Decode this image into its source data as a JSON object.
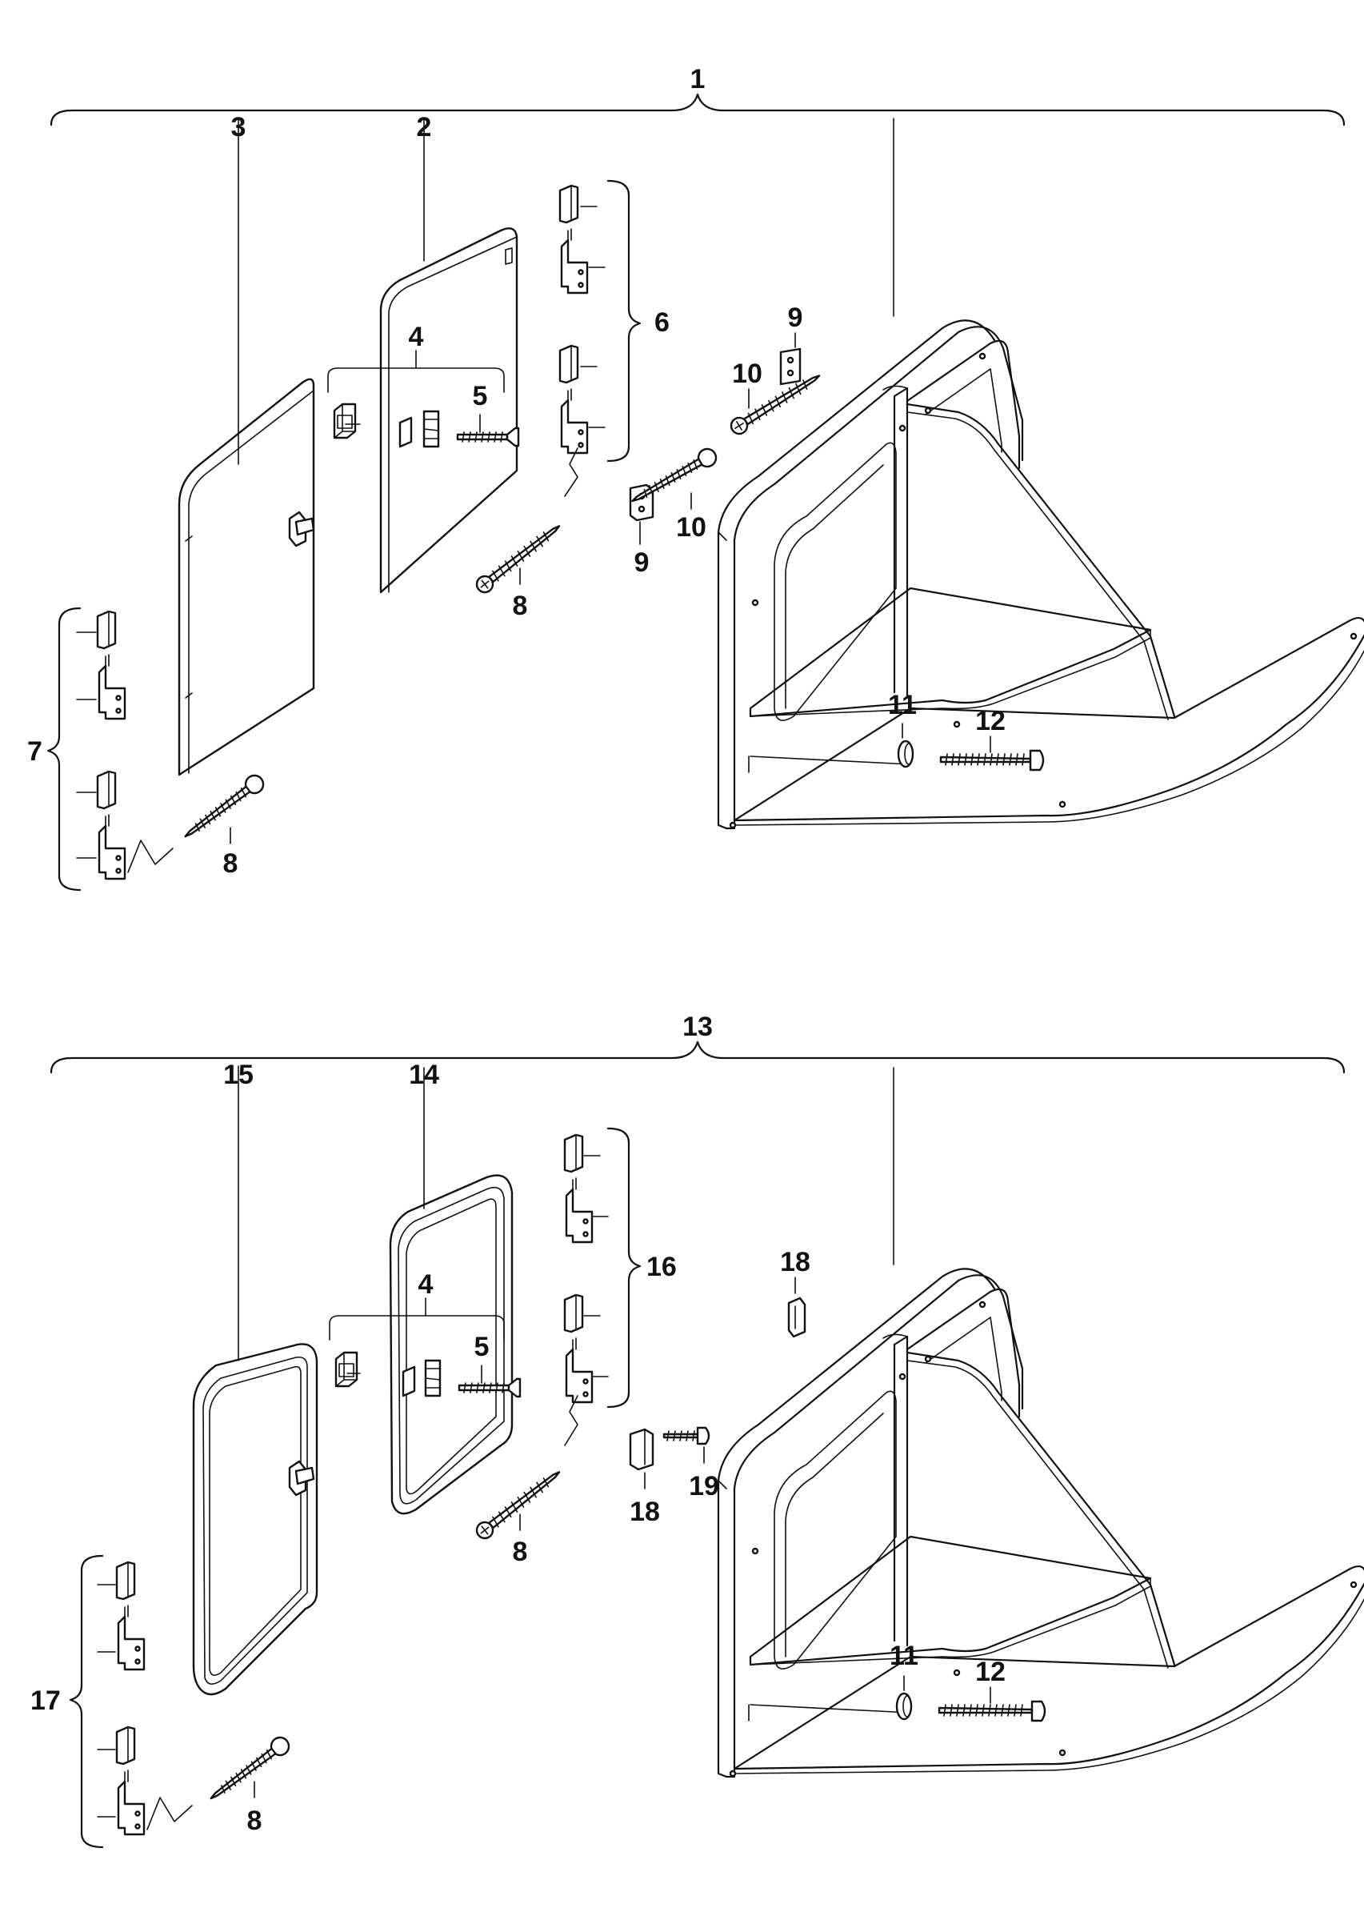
{
  "diagram": {
    "assemblies": [
      {
        "label": "1",
        "callouts": {
          "door_back": "3",
          "door_front": "2",
          "catch": "4",
          "screw_catch": "5",
          "hinge_set_right": "6",
          "hinge_set_left": "7",
          "screw_hinge_right": "8",
          "screw_hinge_left": "8",
          "bracket_upper": "9",
          "screw_bracket_upper": "10",
          "bracket_lower": "9",
          "screw_bracket_lower": "10",
          "washer": "11",
          "bolt": "12"
        }
      },
      {
        "label": "13",
        "callouts": {
          "door_back": "15",
          "door_front": "14",
          "catch": "4",
          "screw_catch": "5",
          "hinge_set_right": "16",
          "hinge_set_left": "17",
          "screw_hinge_right": "8",
          "screw_hinge_left": "8",
          "bracket_upper": "18",
          "bracket_lower": "18",
          "screw_bracket_lower": "19",
          "washer": "11",
          "bolt": "12"
        }
      }
    ]
  }
}
